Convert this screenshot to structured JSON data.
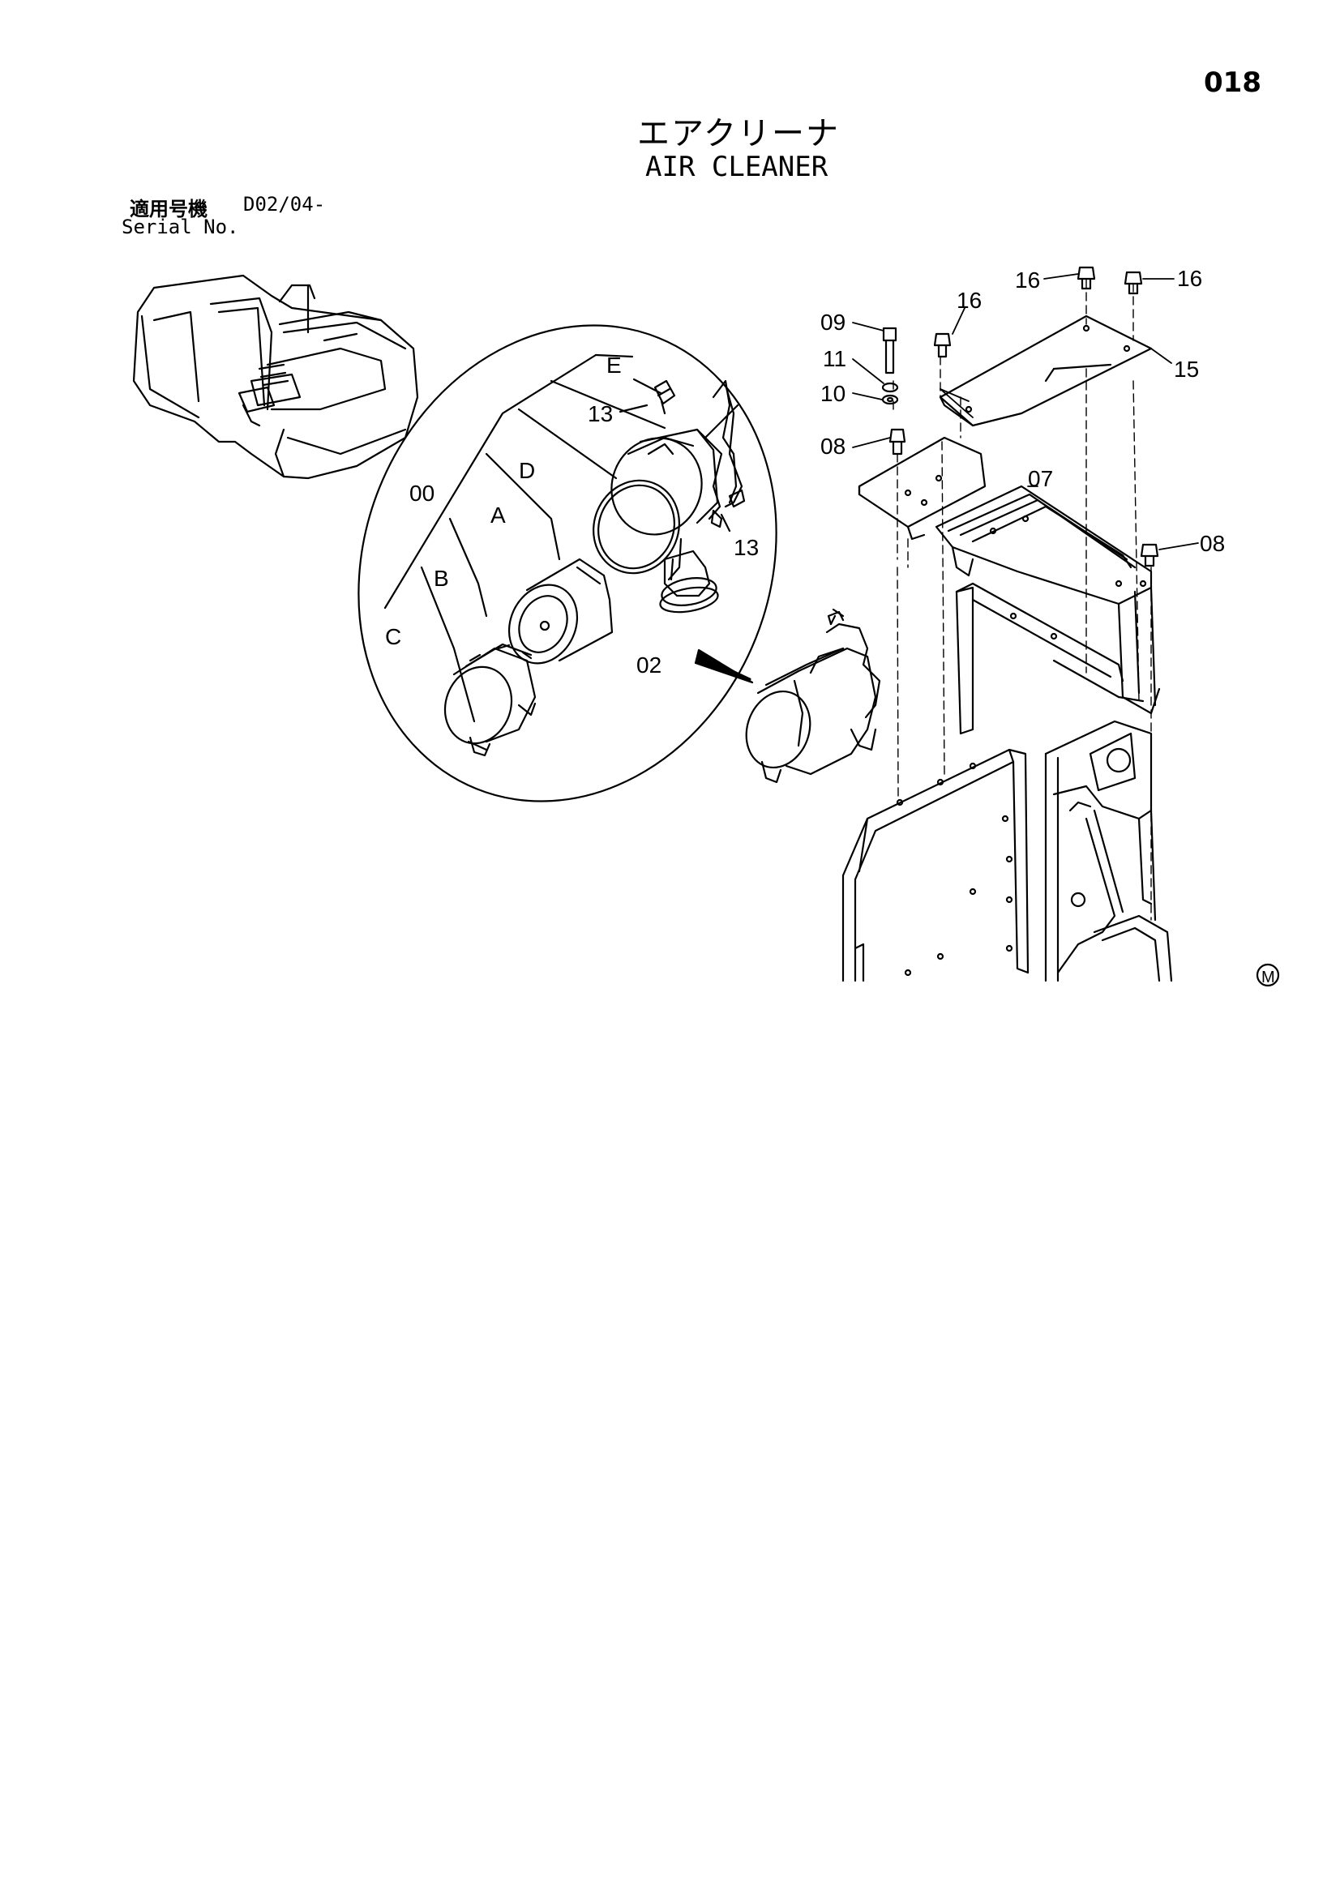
{
  "page_number": "018",
  "title_jp": "エアクリーナ",
  "title_en": "AIR CLEANER",
  "serial": {
    "label_jp": "適用号機",
    "value": "D02/04-",
    "label_en": "Serial No."
  },
  "parts_labels": [
    {
      "id": "E",
      "text": "E"
    },
    {
      "id": "13a",
      "text": "13"
    },
    {
      "id": "D",
      "text": "D"
    },
    {
      "id": "00",
      "text": "00"
    },
    {
      "id": "A",
      "text": "A"
    },
    {
      "id": "B",
      "text": "B"
    },
    {
      "id": "C",
      "text": "C"
    },
    {
      "id": "13b",
      "text": "13"
    },
    {
      "id": "02",
      "text": "02"
    },
    {
      "id": "09",
      "text": "09"
    },
    {
      "id": "11",
      "text": "11"
    },
    {
      "id": "10",
      "text": "10"
    },
    {
      "id": "08a",
      "text": "08"
    },
    {
      "id": "16a",
      "text": "16"
    },
    {
      "id": "16b",
      "text": "16"
    },
    {
      "id": "16c",
      "text": "16"
    },
    {
      "id": "15",
      "text": "15"
    },
    {
      "id": "07",
      "text": "07"
    },
    {
      "id": "08b",
      "text": "08"
    }
  ],
  "mark": "M"
}
